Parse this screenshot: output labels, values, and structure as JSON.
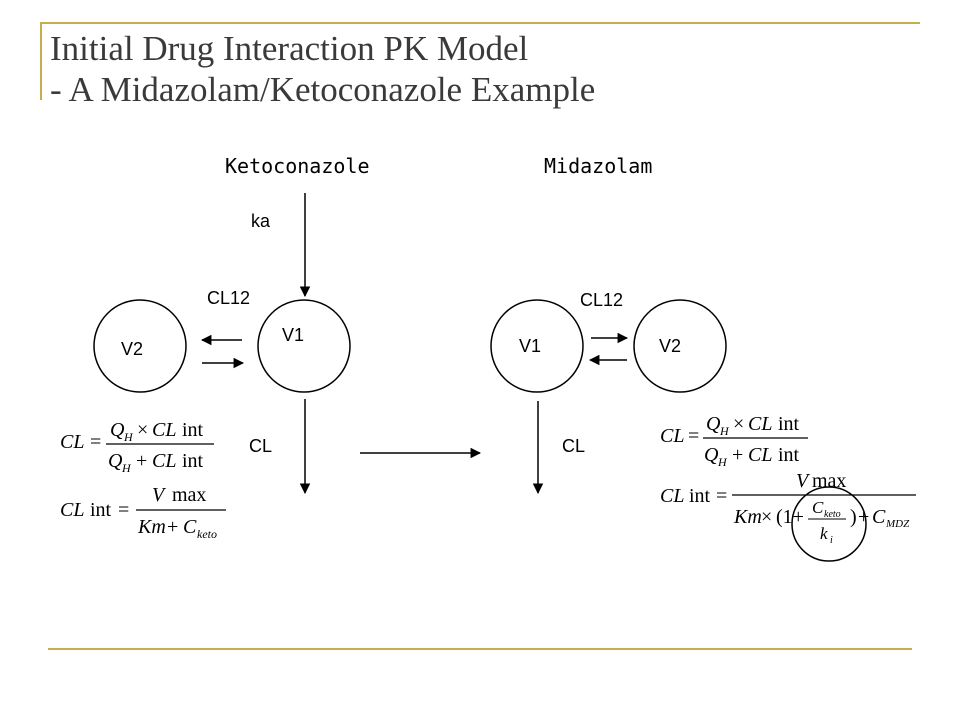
{
  "title": {
    "line1": "Initial Drug Interaction PK Model",
    "line2": "- A Midazolam/Ketoconazole Example"
  },
  "ketoconazole": {
    "heading": "Ketoconazole",
    "ka": "ka",
    "cl12": "CL12",
    "v1": "V1",
    "v2": "V2",
    "cl": "CL"
  },
  "midazolam": {
    "heading": "Midazolam",
    "cl12": "CL12",
    "v1": "V1",
    "v2": "V2",
    "cl": "CL"
  },
  "eq_keto_cl": {
    "lhs": "CL",
    "eq": "=",
    "num_q": "Q",
    "num_qsub": "H",
    "num_times": "×",
    "num_cl": "CL",
    "num_int": "int",
    "den_q": "Q",
    "den_qsub": "H",
    "den_plus": "+",
    "den_cl": "CL",
    "den_int": "int"
  },
  "eq_keto_clint": {
    "lhs": "CL",
    "lhs_int": "int",
    "eq": "=",
    "num_v": "V",
    "num_max": "max",
    "den_km": "Km",
    "den_plus": "+",
    "den_c": "C",
    "den_csub": "keto"
  },
  "eq_mdz_cl": {
    "lhs": "CL",
    "eq": "=",
    "num_q": "Q",
    "num_qsub": "H",
    "num_times": "×",
    "num_cl": "CL",
    "num_int": "int",
    "den_q": "Q",
    "den_qsub": "H",
    "den_plus": "+",
    "den_cl": "CL",
    "den_int": "int"
  },
  "eq_mdz_clint": {
    "lhs": "CL",
    "lhs_int": "int",
    "eq": "=",
    "num_v": "V",
    "num_max": "max",
    "den_km": "Km",
    "den_times": "×",
    "den_open": "(1+",
    "frac_c": "C",
    "frac_csub": "keto",
    "frac_k": "k",
    "frac_ksub": "i",
    "den_close": ")",
    "den_plus": "+",
    "den_c": "C",
    "den_csub": "MDZ"
  },
  "colors": {
    "accent": "#c5ae4f",
    "title": "#3a3a3a",
    "ink": "#000000"
  }
}
